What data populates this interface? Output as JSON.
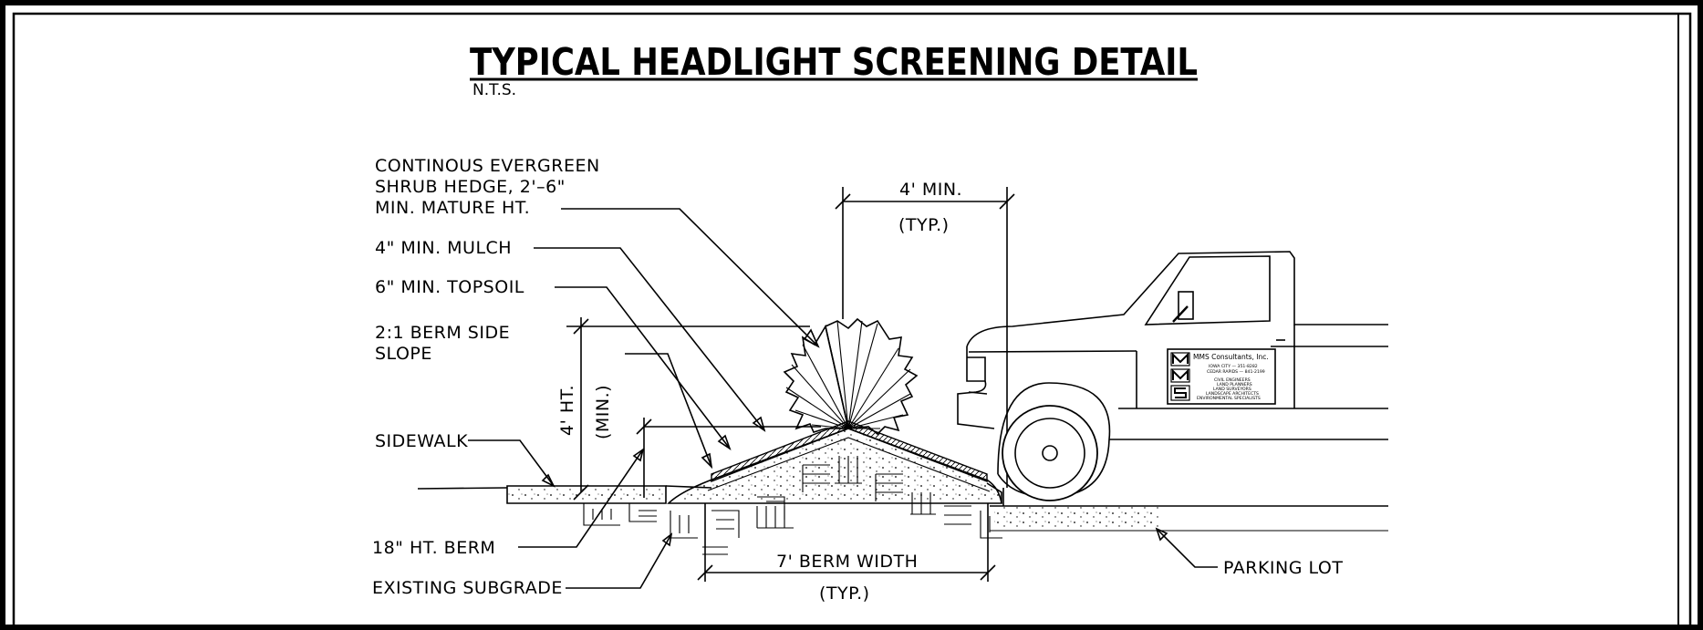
{
  "title": "TYPICAL HEADLIGHT SCREENING DETAIL",
  "scale_note": "N.T.S.",
  "callouts": {
    "hedge": [
      "CONTINOUS EVERGREEN",
      "SHRUB HEDGE, 2'–6\"",
      "MIN. MATURE HT."
    ],
    "mulch": "4\" MIN. MULCH",
    "topsoil": "6\" MIN. TOPSOIL",
    "slope": [
      "2:1 BERM SIDE",
      "SLOPE"
    ],
    "sidewalk": "SIDEWALK",
    "berm_height": "18\" HT. BERM",
    "subgrade": "EXISTING SUBGRADE",
    "parking": "PARKING LOT"
  },
  "dimensions": {
    "width_min": "4' MIN.",
    "width_min_typ": "(TYP.)",
    "height_label": "4' HT.",
    "height_min": "(MIN.)",
    "berm_width": "7' BERM WIDTH",
    "berm_width_typ": "(TYP.)"
  },
  "truck_sign": {
    "company": "MMS Consultants, Inc.",
    "lines": [
      "IOWA CITY — 351-8282",
      "CEDAR RAPIDS — 841-2199",
      "CIVIL ENGINEERS",
      "LAND PLANNERS",
      "LAND SURVEYORS",
      "LANDSCAPE ARCHITECTS",
      "ENVIRONMENTAL SPECIALISTS"
    ]
  }
}
